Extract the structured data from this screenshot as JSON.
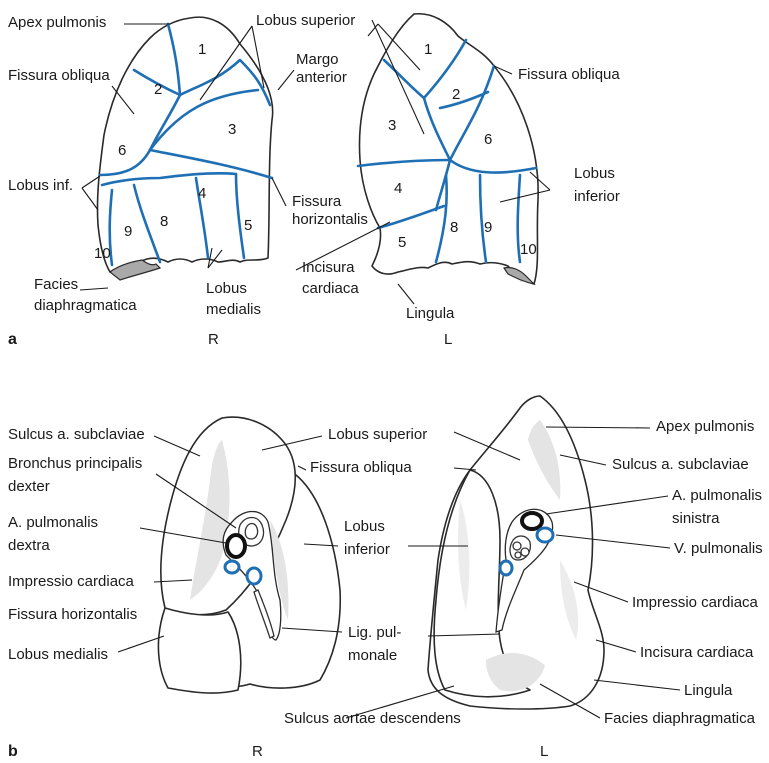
{
  "panels": {
    "a": "a",
    "b": "b",
    "a_side_right": "R",
    "a_side_left": "L",
    "b_side_right": "R",
    "b_side_left": "L"
  },
  "labels_a": {
    "apex_pulmonis": "Apex pulmonis",
    "lobus_superior": "Lobus superior",
    "margo_anterior_1": "Margo",
    "margo_anterior_2": "anterior",
    "fissura_obliqua_r": "Fissura obliqua",
    "fissura_obliqua_l": "Fissura obliqua",
    "lobus_inf": "Lobus inf.",
    "lobus_inferior_1": "Lobus",
    "lobus_inferior_2": "inferior",
    "fissura_horizontalis_1": "Fissura",
    "fissura_horizontalis_2": "horizontalis",
    "incisura_cardiaca_1": "Incisura",
    "incisura_cardiaca_2": "cardiaca",
    "facies_1": "Facies",
    "facies_2": "diaphragmatica",
    "lobus_medialis_1": "Lobus",
    "lobus_medialis_2": "medialis",
    "lingula": "Lingula"
  },
  "segments_right": [
    "1",
    "2",
    "3",
    "4",
    "5",
    "6",
    "8",
    "9",
    "10"
  ],
  "segments_left": [
    "1",
    "2",
    "3",
    "4",
    "5",
    "6",
    "8",
    "9",
    "10"
  ],
  "labels_b": {
    "sulcus_subclaviae_r": "Sulcus a. subclaviae",
    "bronchus_1": "Bronchus principalis",
    "bronchus_2": "dexter",
    "a_pulm_dextra_1": "A. pulmonalis",
    "a_pulm_dextra_2": "dextra",
    "impressio_cardiaca_r": "Impressio cardiaca",
    "fissura_horizontalis": "Fissura horizontalis",
    "lobus_medialis": "Lobus medialis",
    "lobus_superior": "Lobus superior",
    "fissura_obliqua": "Fissura obliqua",
    "lobus_inferior_1": "Lobus",
    "lobus_inferior_2": "inferior",
    "lig_pulmonale_1": "Lig. pul-",
    "lig_pulmonale_2": "monale",
    "sulcus_aortae": "Sulcus aortae descendens",
    "apex_pulmonis": "Apex pulmonis",
    "sulcus_subclaviae_l": "Sulcus a. subclaviae",
    "a_pulm_sinistra_1": "A. pulmonalis",
    "a_pulm_sinistra_2": "sinistra",
    "v_pulmonalis": "V. pulmonalis",
    "impressio_cardiaca_l": "Impressio cardiaca",
    "incisura_cardiaca": "Incisura cardiaca",
    "lingula": "Lingula",
    "facies_diaphragmatica": "Facies diaphragmatica"
  },
  "colors": {
    "segment_line": "#1f6fb5",
    "outline": "#2a2a2a",
    "shading": "#e4e4e4"
  }
}
